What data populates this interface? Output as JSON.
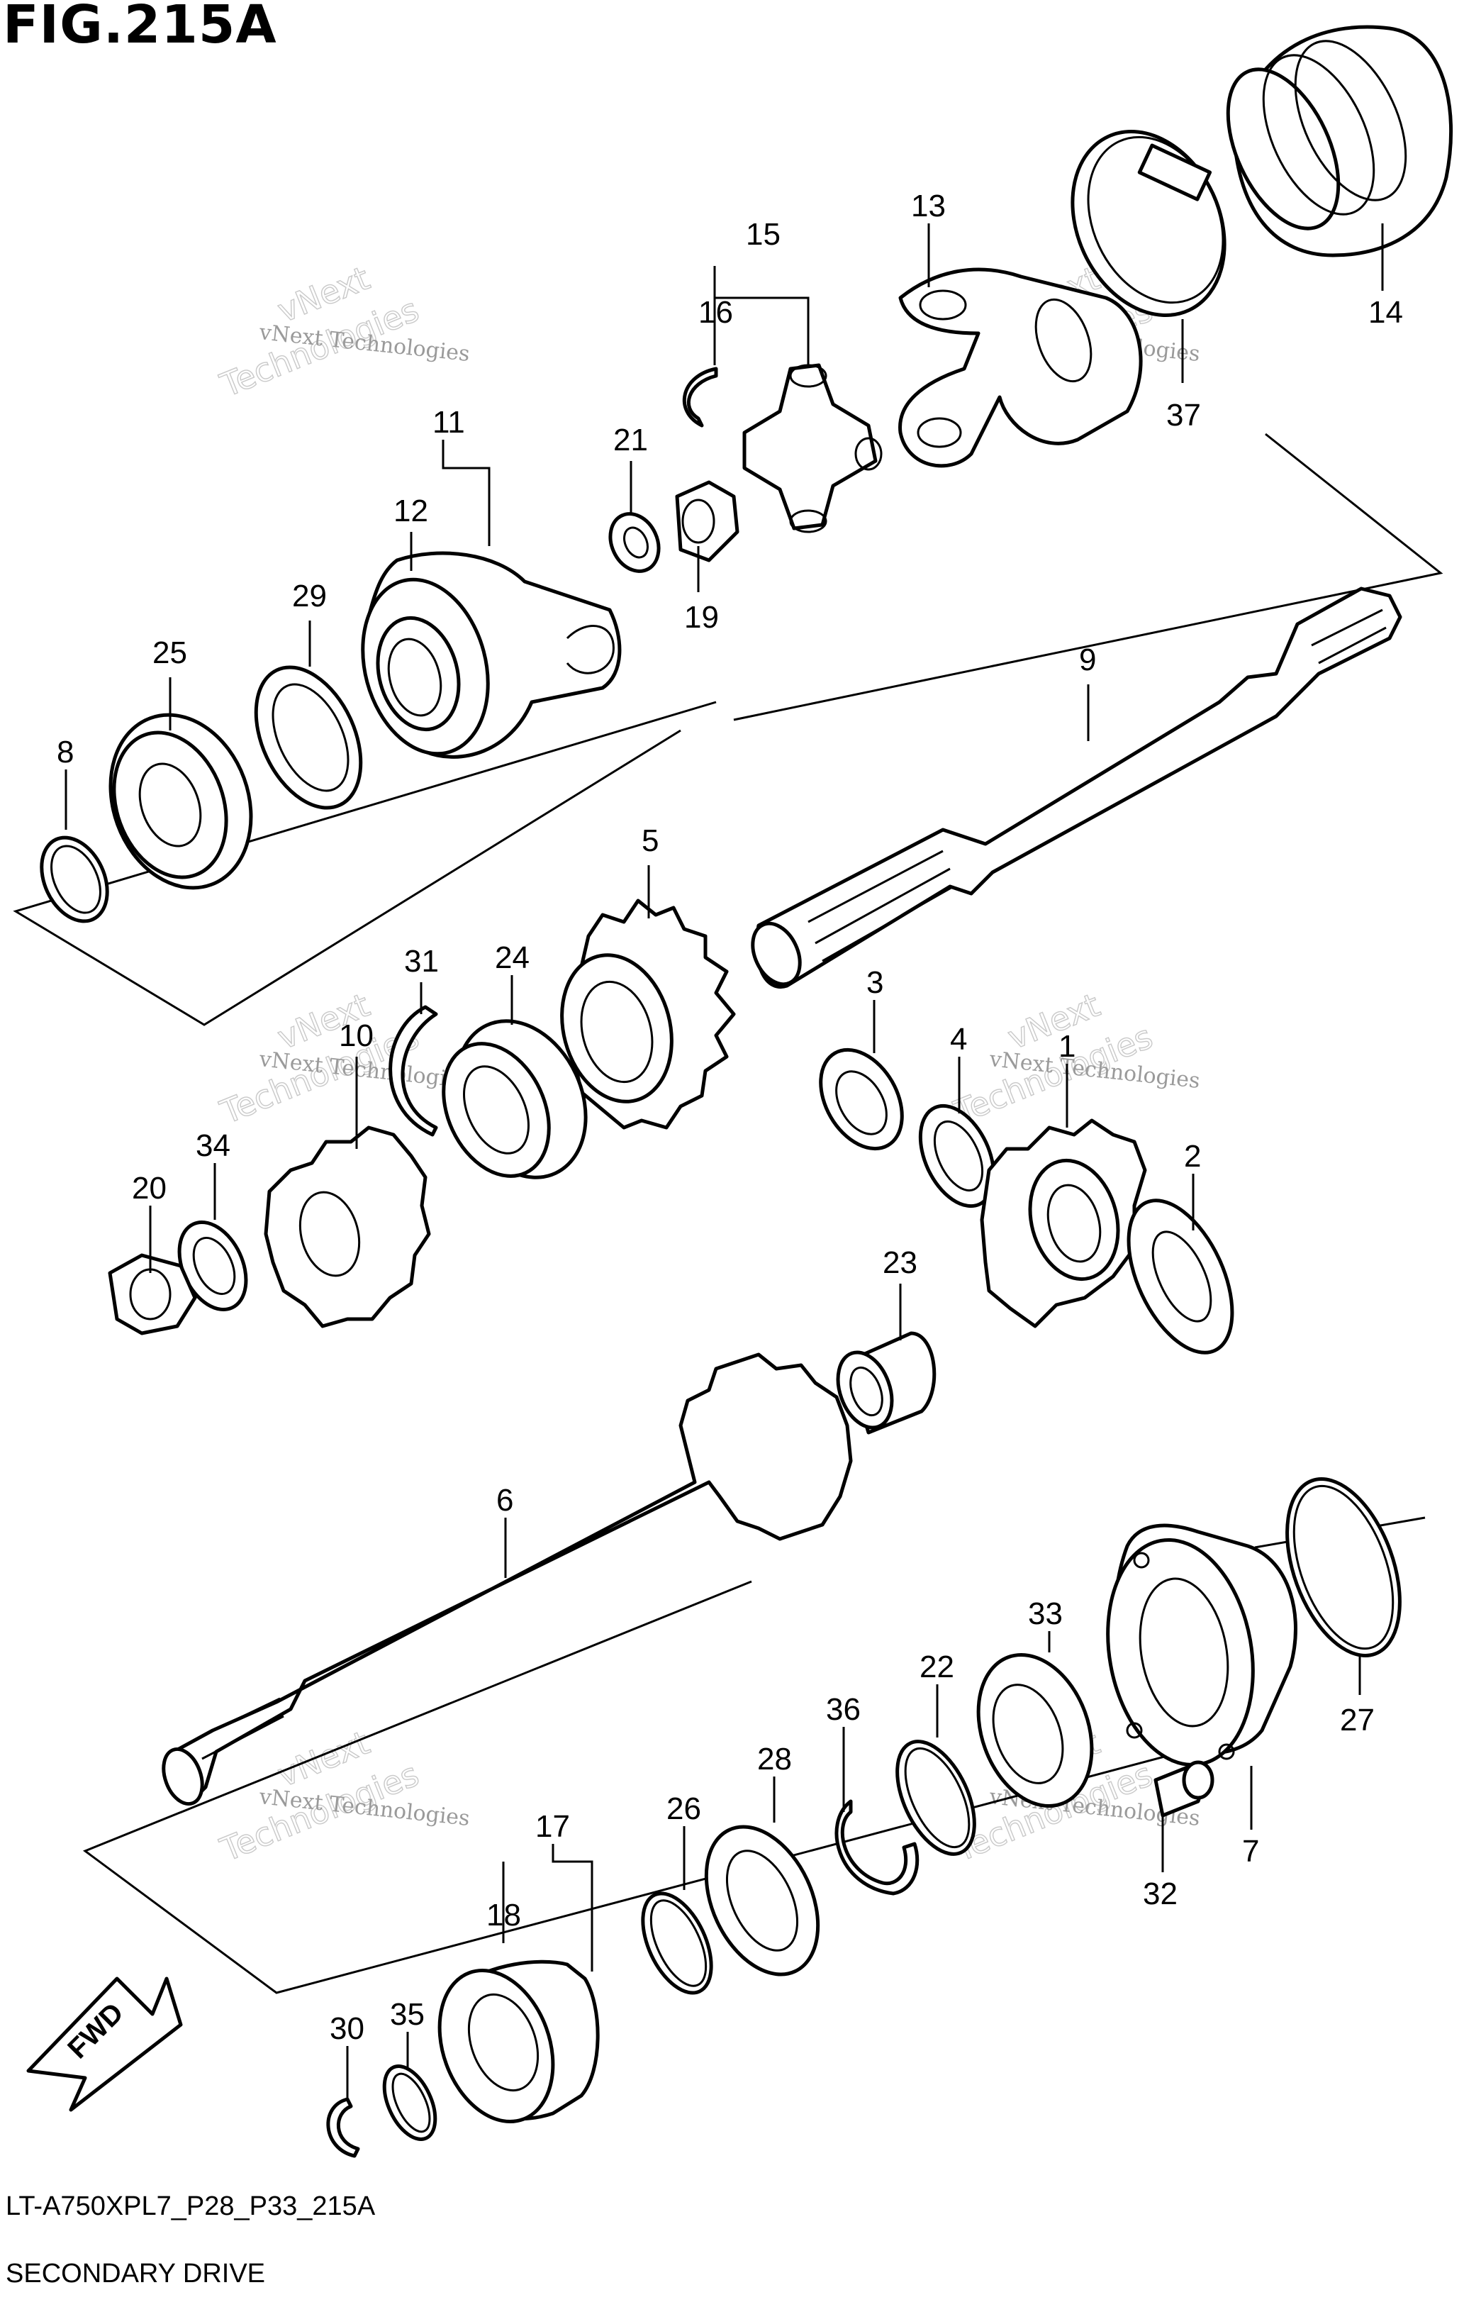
{
  "figure": {
    "title": "FIG.215A",
    "model_code": "LT-A750XPL7_P28_P33_215A",
    "subtitle": "SECONDARY DRIVE"
  },
  "watermark": {
    "small": "vNext Technologies",
    "big_line1": "vNext",
    "big_line2": "Technologies"
  },
  "fwd_label": "FWD",
  "callouts": {
    "c1": "1",
    "c2": "2",
    "c3": "3",
    "c4": "4",
    "c5": "5",
    "c6": "6",
    "c7": "7",
    "c8": "8",
    "c9": "9",
    "c10": "10",
    "c11": "11",
    "c12": "12",
    "c13": "13",
    "c14": "14",
    "c15": "15",
    "c16": "16",
    "c17": "17",
    "c18": "18",
    "c19": "19",
    "c20": "20",
    "c21": "21",
    "c22": "22",
    "c23": "23",
    "c24": "24",
    "c25": "25",
    "c26": "26",
    "c27": "27",
    "c28": "28",
    "c29": "29",
    "c30": "30",
    "c31": "31",
    "c32": "32",
    "c33": "33",
    "c34": "34",
    "c35": "35",
    "c36": "36",
    "c37": "37"
  }
}
